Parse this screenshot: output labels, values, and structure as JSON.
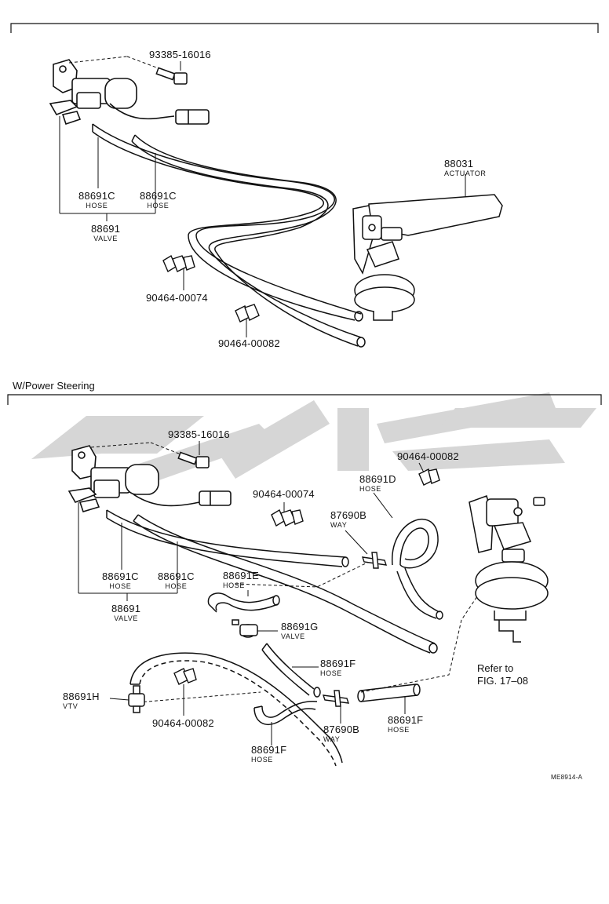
{
  "top": {
    "bolt": "93385-16016",
    "hose_1": {
      "num": "88691C",
      "sub": "HOSE"
    },
    "hose_2": {
      "num": "88691C",
      "sub": "HOSE"
    },
    "valve": {
      "num": "88691",
      "sub": "VALVE"
    },
    "actuator": {
      "num": "88031",
      "sub": "ACTUATOR"
    },
    "clip_1": "90464-00074",
    "clip_2": "90464-00082"
  },
  "bottom": {
    "section_title": "W/Power Steering",
    "bolt": "93385-16016",
    "clip_a": "90464-00082",
    "clip_b": "90464-00074",
    "hose_d": {
      "num": "88691D",
      "sub": "HOSE"
    },
    "way_1": {
      "num": "87690B",
      "sub": "WAY"
    },
    "hose_1": {
      "num": "88691C",
      "sub": "HOSE"
    },
    "hose_2": {
      "num": "88691C",
      "sub": "HOSE"
    },
    "hose_e": {
      "num": "88691E",
      "sub": "HOSE"
    },
    "valve": {
      "num": "88691",
      "sub": "VALVE"
    },
    "valve_g": {
      "num": "88691G",
      "sub": "VALVE"
    },
    "hose_f1": {
      "num": "88691F",
      "sub": "HOSE"
    },
    "refer_line1": "Refer to",
    "refer_line2": "FIG. 17–08",
    "vtv": {
      "num": "88691H",
      "sub": "VTV"
    },
    "clip_c": "90464-00082",
    "way_2": {
      "num": "87690B",
      "sub": "WAY"
    },
    "hose_f2": {
      "num": "88691F",
      "sub": "HOSE"
    },
    "hose_f3": {
      "num": "88691F",
      "sub": "HOSE"
    }
  },
  "figure_code": "ME8914-A",
  "watermark_color": "#cfcfcf"
}
